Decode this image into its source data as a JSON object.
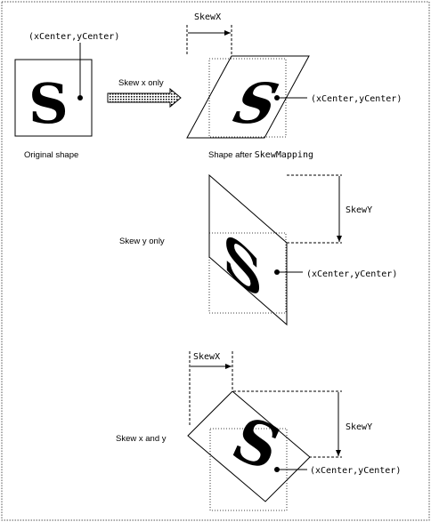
{
  "labels": {
    "skewx": "SkewX",
    "skewy": "SkewY",
    "center": "(xCenter,yCenter)",
    "original_shape": "Original shape",
    "shape_after_prefix": "Shape after ",
    "shape_after_mono": "SkewMapping",
    "skew_x_only": "Skew x only",
    "skew_y_only": "Skew y only",
    "skew_x_and_y": "Skew x and y",
    "glyph": "S"
  }
}
